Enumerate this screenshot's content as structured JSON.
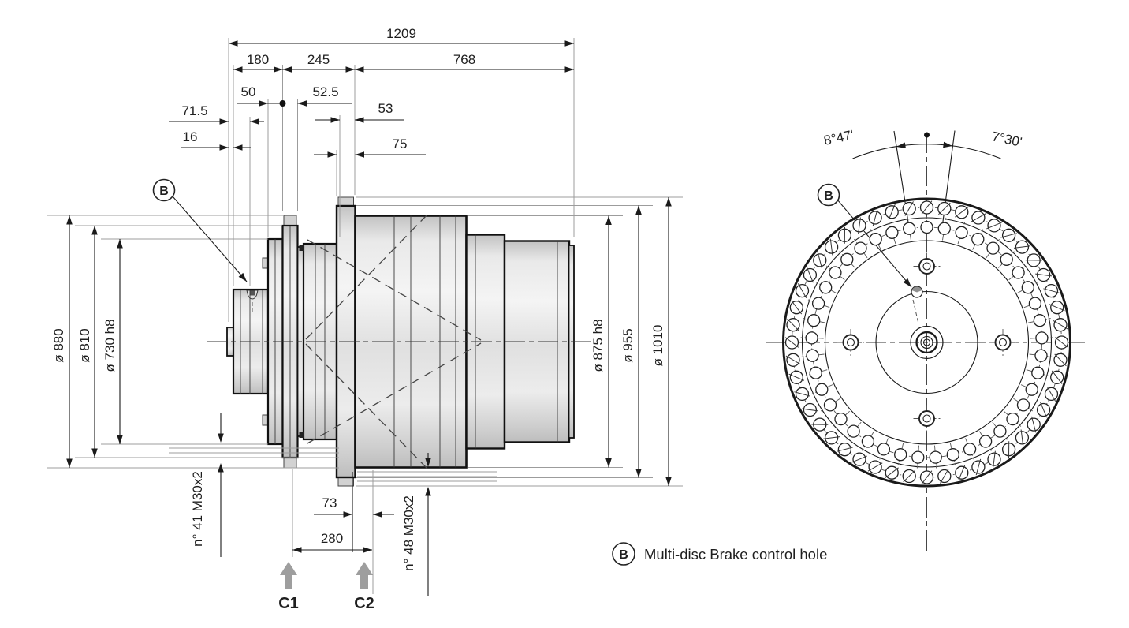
{
  "side_view": {
    "balloon": "B",
    "dims": {
      "overall": "1209",
      "seg1": "180",
      "seg2": "245",
      "seg3": "768",
      "disc_width": "50",
      "flange1_width": "52.5",
      "gap_top": "53",
      "offset_left": "71.5",
      "stub_len": "16",
      "flange2_width": "75",
      "dia_flange1_od": "ø 880",
      "dia_flange1": "ø 810",
      "dia_pilot_left": "ø 730 h8",
      "dia_pilot_right": "ø 875 h8",
      "dia_flange2": "ø 955",
      "dia_flange2_od": "ø 1010",
      "gap_bottom": "73",
      "span_bottom": "280",
      "bolts_left": "n° 41 M30x2",
      "bolts_right": "n° 48 M30x2"
    },
    "section_planes": {
      "c1": "C1",
      "c2": "C2"
    }
  },
  "front_view": {
    "balloon": "B",
    "angle_pitch_inner": "8°47'",
    "angle_pitch_outer": "7°30'",
    "bolt_count_outer": 48,
    "bolt_count_inner": 41
  },
  "legend": {
    "balloon": "B",
    "label": "Multi-disc Brake control hole"
  },
  "colors": {
    "line": "#1a1a1a",
    "extension": "#9c9c9c",
    "internal": "#3a3a3a",
    "centerline": "#333333",
    "arrow_gray": "#9e9e9e",
    "tab_fill": "#d2d2d2"
  }
}
